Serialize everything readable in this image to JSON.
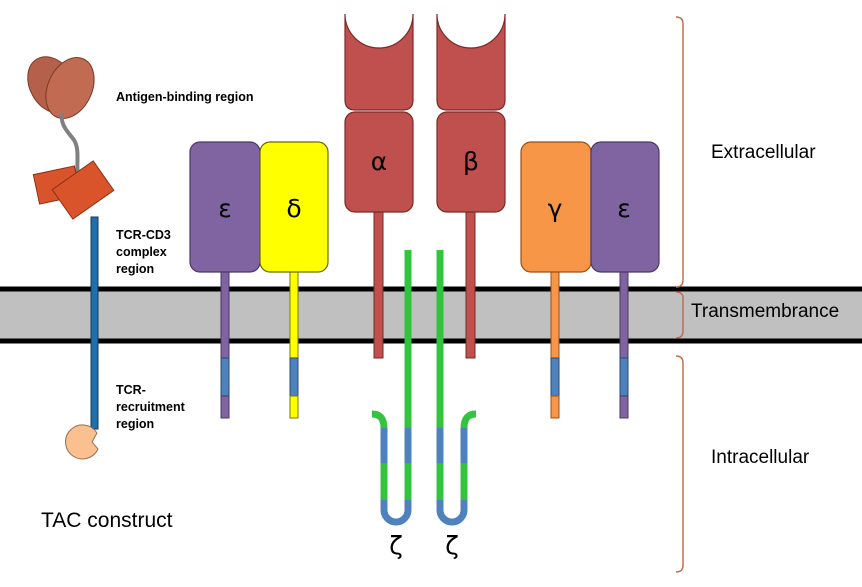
{
  "tac_labels": {
    "antigen_binding": "Antigen-binding region",
    "tcr_cd3_line1": "TCR-CD3",
    "tcr_cd3_line2": "complex",
    "tcr_cd3_line3": "region",
    "tcr_recruit_line1": "TCR-",
    "tcr_recruit_line2": "recruitment",
    "tcr_recruit_line3": "region",
    "construct_title": "TAC construct"
  },
  "regions": {
    "extracellular": "Extracellular",
    "transmembrane": "Transmembrance",
    "intracellular": "Intracellular"
  },
  "chains": {
    "epsilon_left": "ε",
    "delta": "δ",
    "alpha": "α",
    "beta": "β",
    "gamma": "γ",
    "epsilon_right": "ε",
    "zeta_left": "ζ",
    "zeta_right": "ζ"
  },
  "colors": {
    "membrane": "#c0c0c0",
    "epsilon": "#8064a2",
    "delta": "#ffff00",
    "alpha_beta": "#c0504d",
    "gamma": "#f79646",
    "zeta": "#33c33f",
    "itam": "#4f81bd",
    "tac_cd3": "#d9542b",
    "tac_antigen": "#b5604a",
    "tac_recruit": "#fac08f",
    "bracket": "#c0704d"
  }
}
